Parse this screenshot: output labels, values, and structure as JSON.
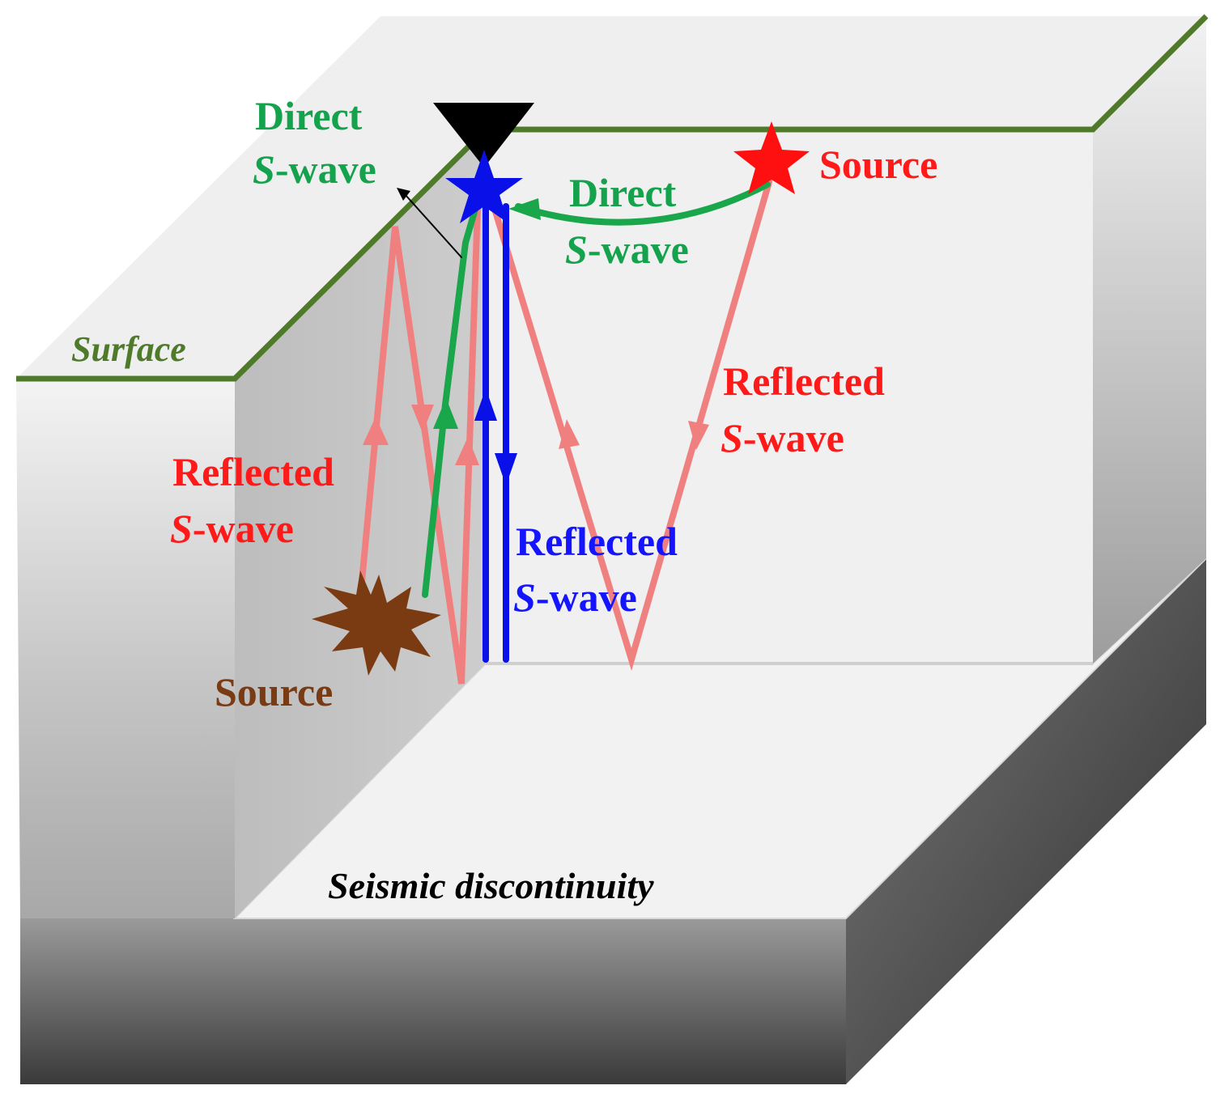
{
  "labels": {
    "direct_swave_left": {
      "line1": "Direct",
      "line2_italic": "S",
      "line2_rest": "-wave"
    },
    "direct_swave_right": {
      "line1": "Direct",
      "line2_italic": "S",
      "line2_rest": "-wave"
    },
    "source_right": "Source",
    "source_left": "Source",
    "surface": "Surface",
    "reflected_left": {
      "line1": "Reflected",
      "line2_italic": "S",
      "line2_rest": "-wave"
    },
    "reflected_right": {
      "line1": "Reflected",
      "line2_italic": "S",
      "line2_rest": "-wave"
    },
    "reflected_blue": {
      "line1": "Reflected",
      "line2_italic": "S",
      "line2_rest": "-wave"
    },
    "seismic_discontinuity": "Seismic discontinuity"
  },
  "colors": {
    "direct_wave": "#1aa64a",
    "reflected_red": "#f08080",
    "reflected_blue": "#0a10e8",
    "source_red": "#ff1010",
    "source_brown": "#7a3a12",
    "surface_line": "#4e7a2a",
    "receiver": "#000000",
    "label_red": "#ff1a1a",
    "label_green": "#14a24c",
    "label_blue": "#1414ff",
    "label_brown": "#7a3a12"
  },
  "icons": {
    "receiver": "inverted-triangle-icon",
    "receiver_star": "blue-star-icon",
    "source_surface": "red-star-icon",
    "source_subsurface": "explosion-burst-icon"
  }
}
